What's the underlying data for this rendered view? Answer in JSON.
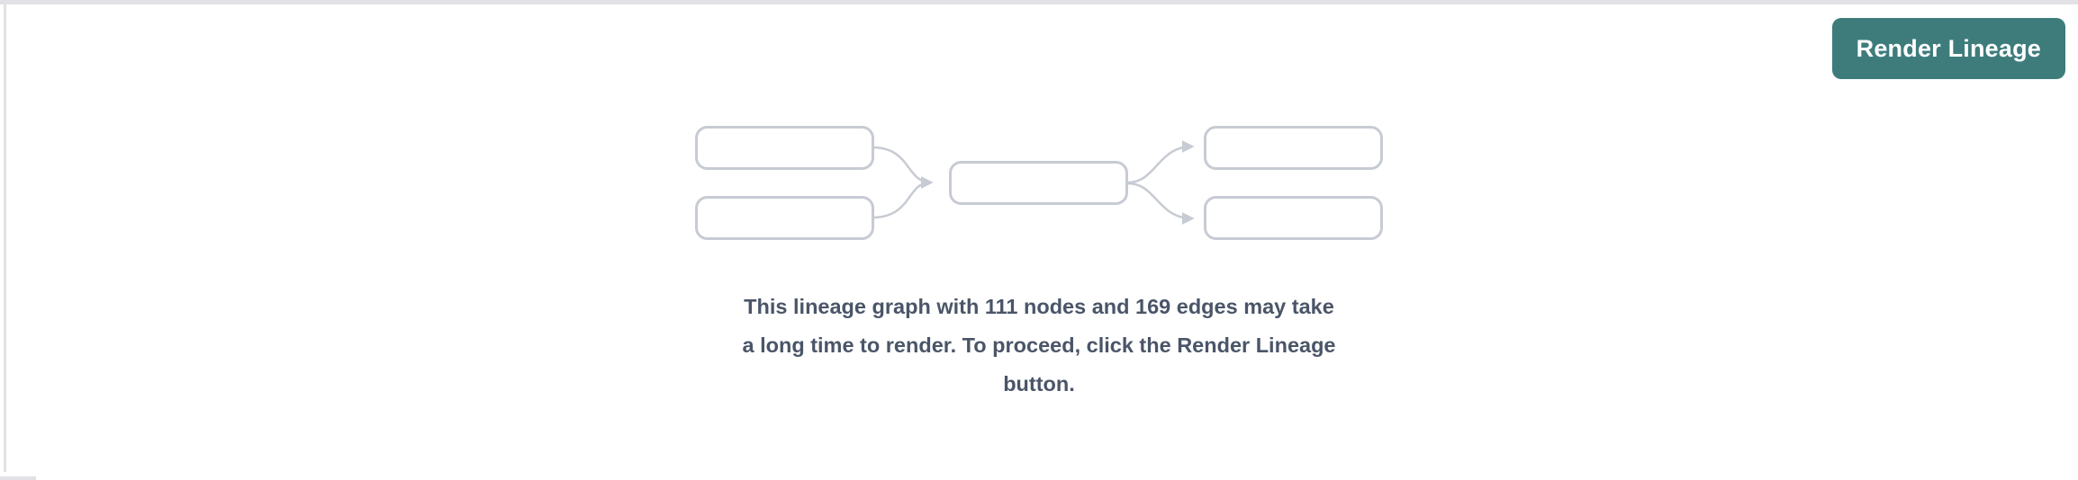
{
  "panel": {
    "render_button_label": "Render Lineage"
  },
  "lineage_preview": {
    "illustration": "lineage-graph-placeholder",
    "node_count": 111,
    "edge_count": 169,
    "message_lines": [
      "This lineage graph with 111 nodes and 169 edges may take",
      "a long time to render. To proceed, click the Render Lineage",
      "button."
    ]
  },
  "colors": {
    "accent": "#3E7C7C",
    "accent_text": "#FFFFFF",
    "graph_outline": "#C7CBD3",
    "message_text": "#4A5568",
    "panel_border": "#E2E2E6"
  }
}
